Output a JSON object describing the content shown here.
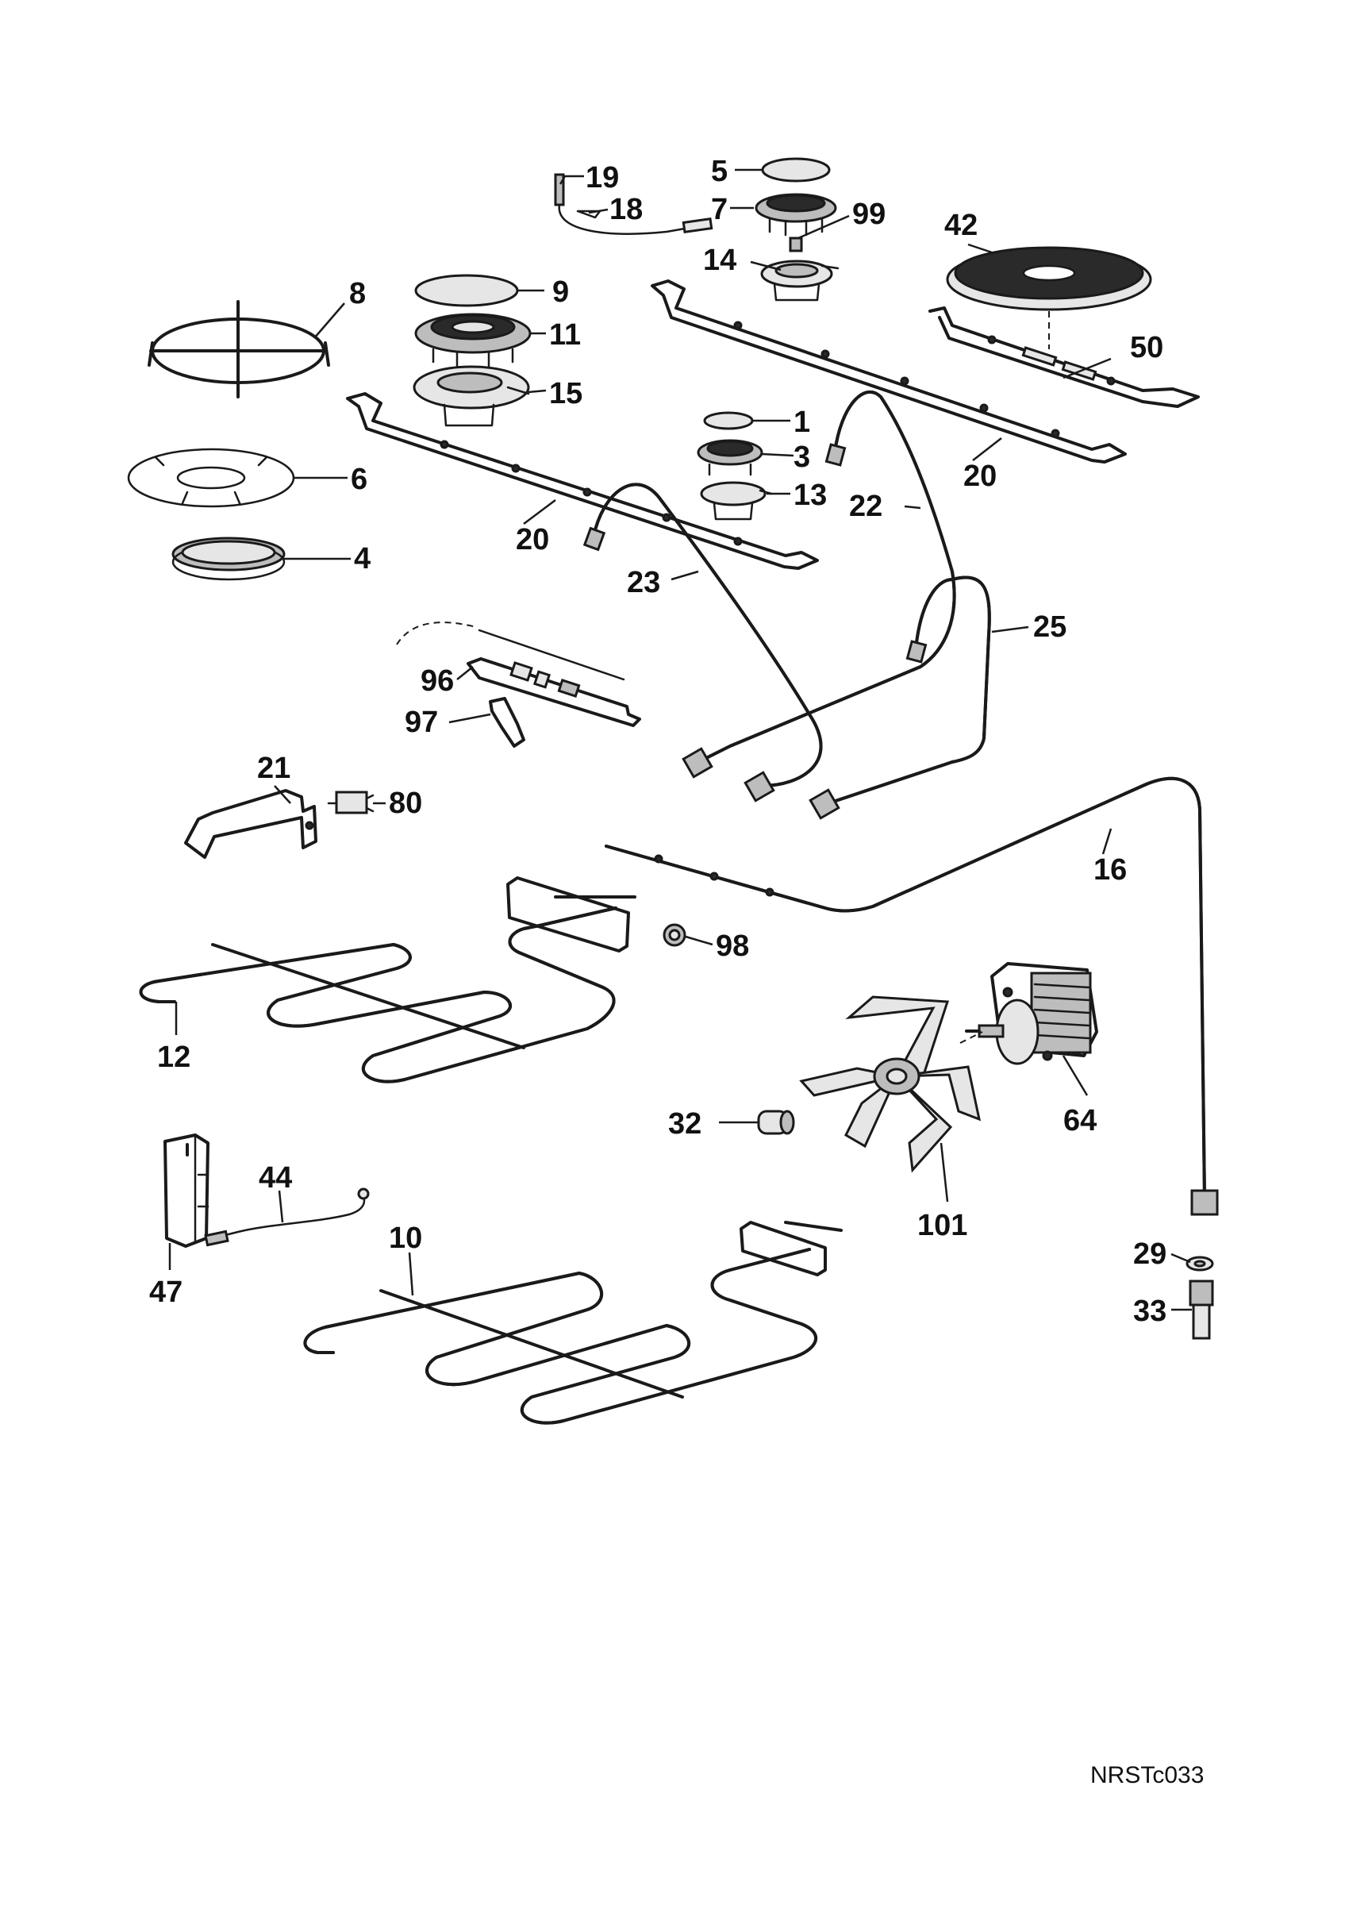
{
  "drawing_code": "NRSTc033",
  "callouts": [
    {
      "id": "c19",
      "label": "19"
    },
    {
      "id": "c18",
      "label": "18"
    },
    {
      "id": "c5",
      "label": "5"
    },
    {
      "id": "c7",
      "label": "7"
    },
    {
      "id": "c99",
      "label": "99"
    },
    {
      "id": "c42",
      "label": "42"
    },
    {
      "id": "c14",
      "label": "14"
    },
    {
      "id": "c8",
      "label": "8"
    },
    {
      "id": "c9",
      "label": "9"
    },
    {
      "id": "c11",
      "label": "11"
    },
    {
      "id": "c50",
      "label": "50"
    },
    {
      "id": "c15",
      "label": "15"
    },
    {
      "id": "c1",
      "label": "1"
    },
    {
      "id": "c6",
      "label": "6"
    },
    {
      "id": "c3",
      "label": "3"
    },
    {
      "id": "c20a",
      "label": "20"
    },
    {
      "id": "c13",
      "label": "13"
    },
    {
      "id": "c22",
      "label": "22"
    },
    {
      "id": "c20b",
      "label": "20"
    },
    {
      "id": "c4",
      "label": "4"
    },
    {
      "id": "c23",
      "label": "23"
    },
    {
      "id": "c25",
      "label": "25"
    },
    {
      "id": "c96",
      "label": "96"
    },
    {
      "id": "c97",
      "label": "97"
    },
    {
      "id": "c21",
      "label": "21"
    },
    {
      "id": "c80",
      "label": "80"
    },
    {
      "id": "c16",
      "label": "16"
    },
    {
      "id": "c98",
      "label": "98"
    },
    {
      "id": "c12",
      "label": "12"
    },
    {
      "id": "c32",
      "label": "32"
    },
    {
      "id": "c64",
      "label": "64"
    },
    {
      "id": "c44",
      "label": "44"
    },
    {
      "id": "c101",
      "label": "101"
    },
    {
      "id": "c10",
      "label": "10"
    },
    {
      "id": "c29",
      "label": "29"
    },
    {
      "id": "c47",
      "label": "47"
    },
    {
      "id": "c33",
      "label": "33"
    }
  ]
}
